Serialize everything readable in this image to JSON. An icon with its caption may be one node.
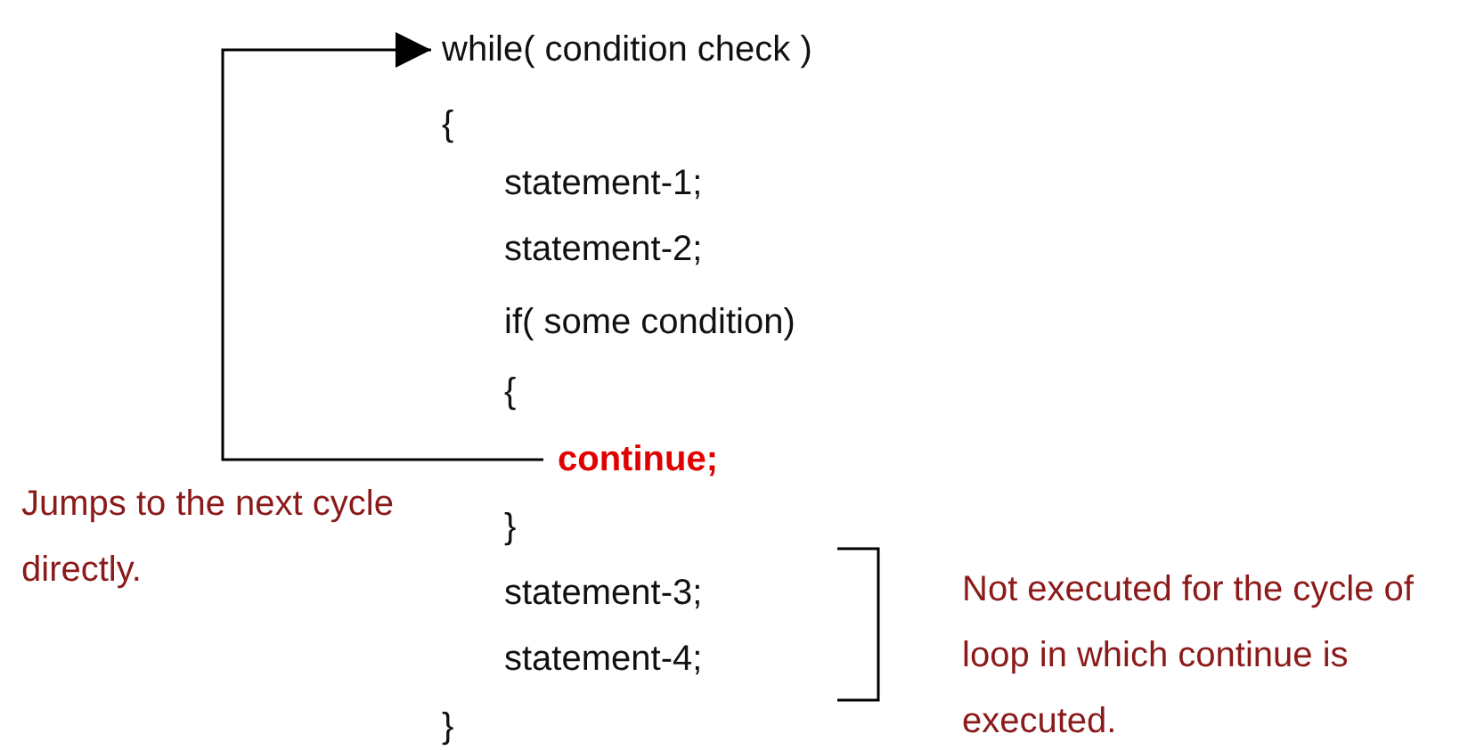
{
  "diagram": {
    "nodes": [
      {
        "text": [
          "while( condition check )"
        ]
      },
      {
        "text": [
          "continue;"
        ]
      }
    ],
    "edges": [
      {
        "from": 1,
        "to": 0,
        "arrow": "to"
      }
    ],
    "labels": [
      "{",
      "statement-1;",
      "statement-2;",
      "if( some condition)",
      "{",
      "}",
      "statement-3;",
      "statement-4;",
      "}",
      "Jumps to the next cycle directly.",
      "Not executed for the cycle of loop in which continue is executed."
    ]
  }
}
